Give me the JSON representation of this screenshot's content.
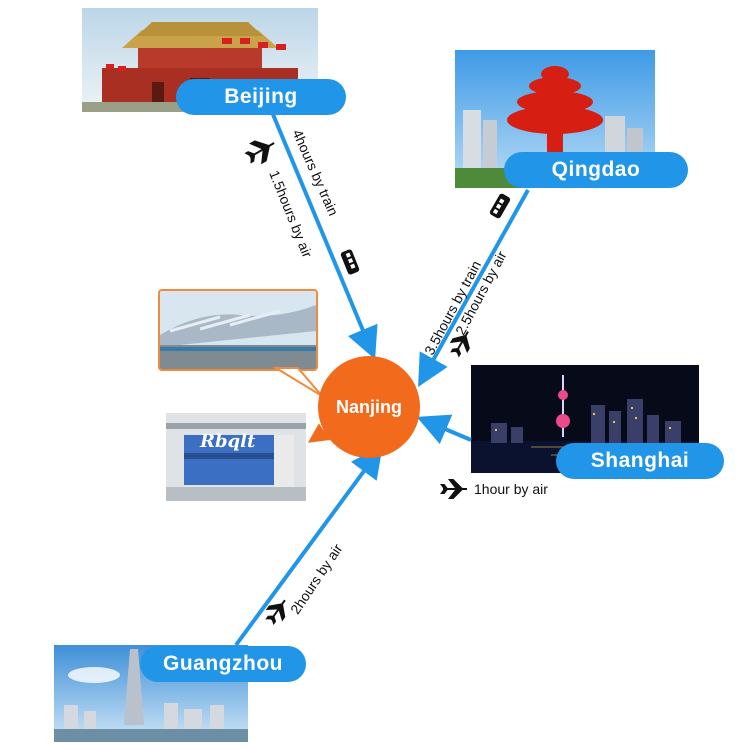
{
  "hub": {
    "label": "Nanjing"
  },
  "cities": {
    "beijing": {
      "label": "Beijing"
    },
    "qingdao": {
      "label": "Qingdao"
    },
    "shanghai": {
      "label": "Shanghai"
    },
    "guangzhou": {
      "label": "Guangzhou"
    }
  },
  "routes": {
    "beijing_train": "4hours by train",
    "beijing_air": "1.5hours by air",
    "qingdao_train": "3.5hours by train",
    "qingdao_air": "2.5hours by air",
    "shanghai_air": "1hour by air",
    "guangzhou_air": "2hours by air"
  },
  "factory_sign": {
    "brand": "Rbqlt"
  },
  "colors": {
    "arrow": "#2196e8",
    "hub": "#f26a1b",
    "label_bg": "#2196e8"
  },
  "icons": [
    "airplane-icon",
    "train-icon"
  ]
}
